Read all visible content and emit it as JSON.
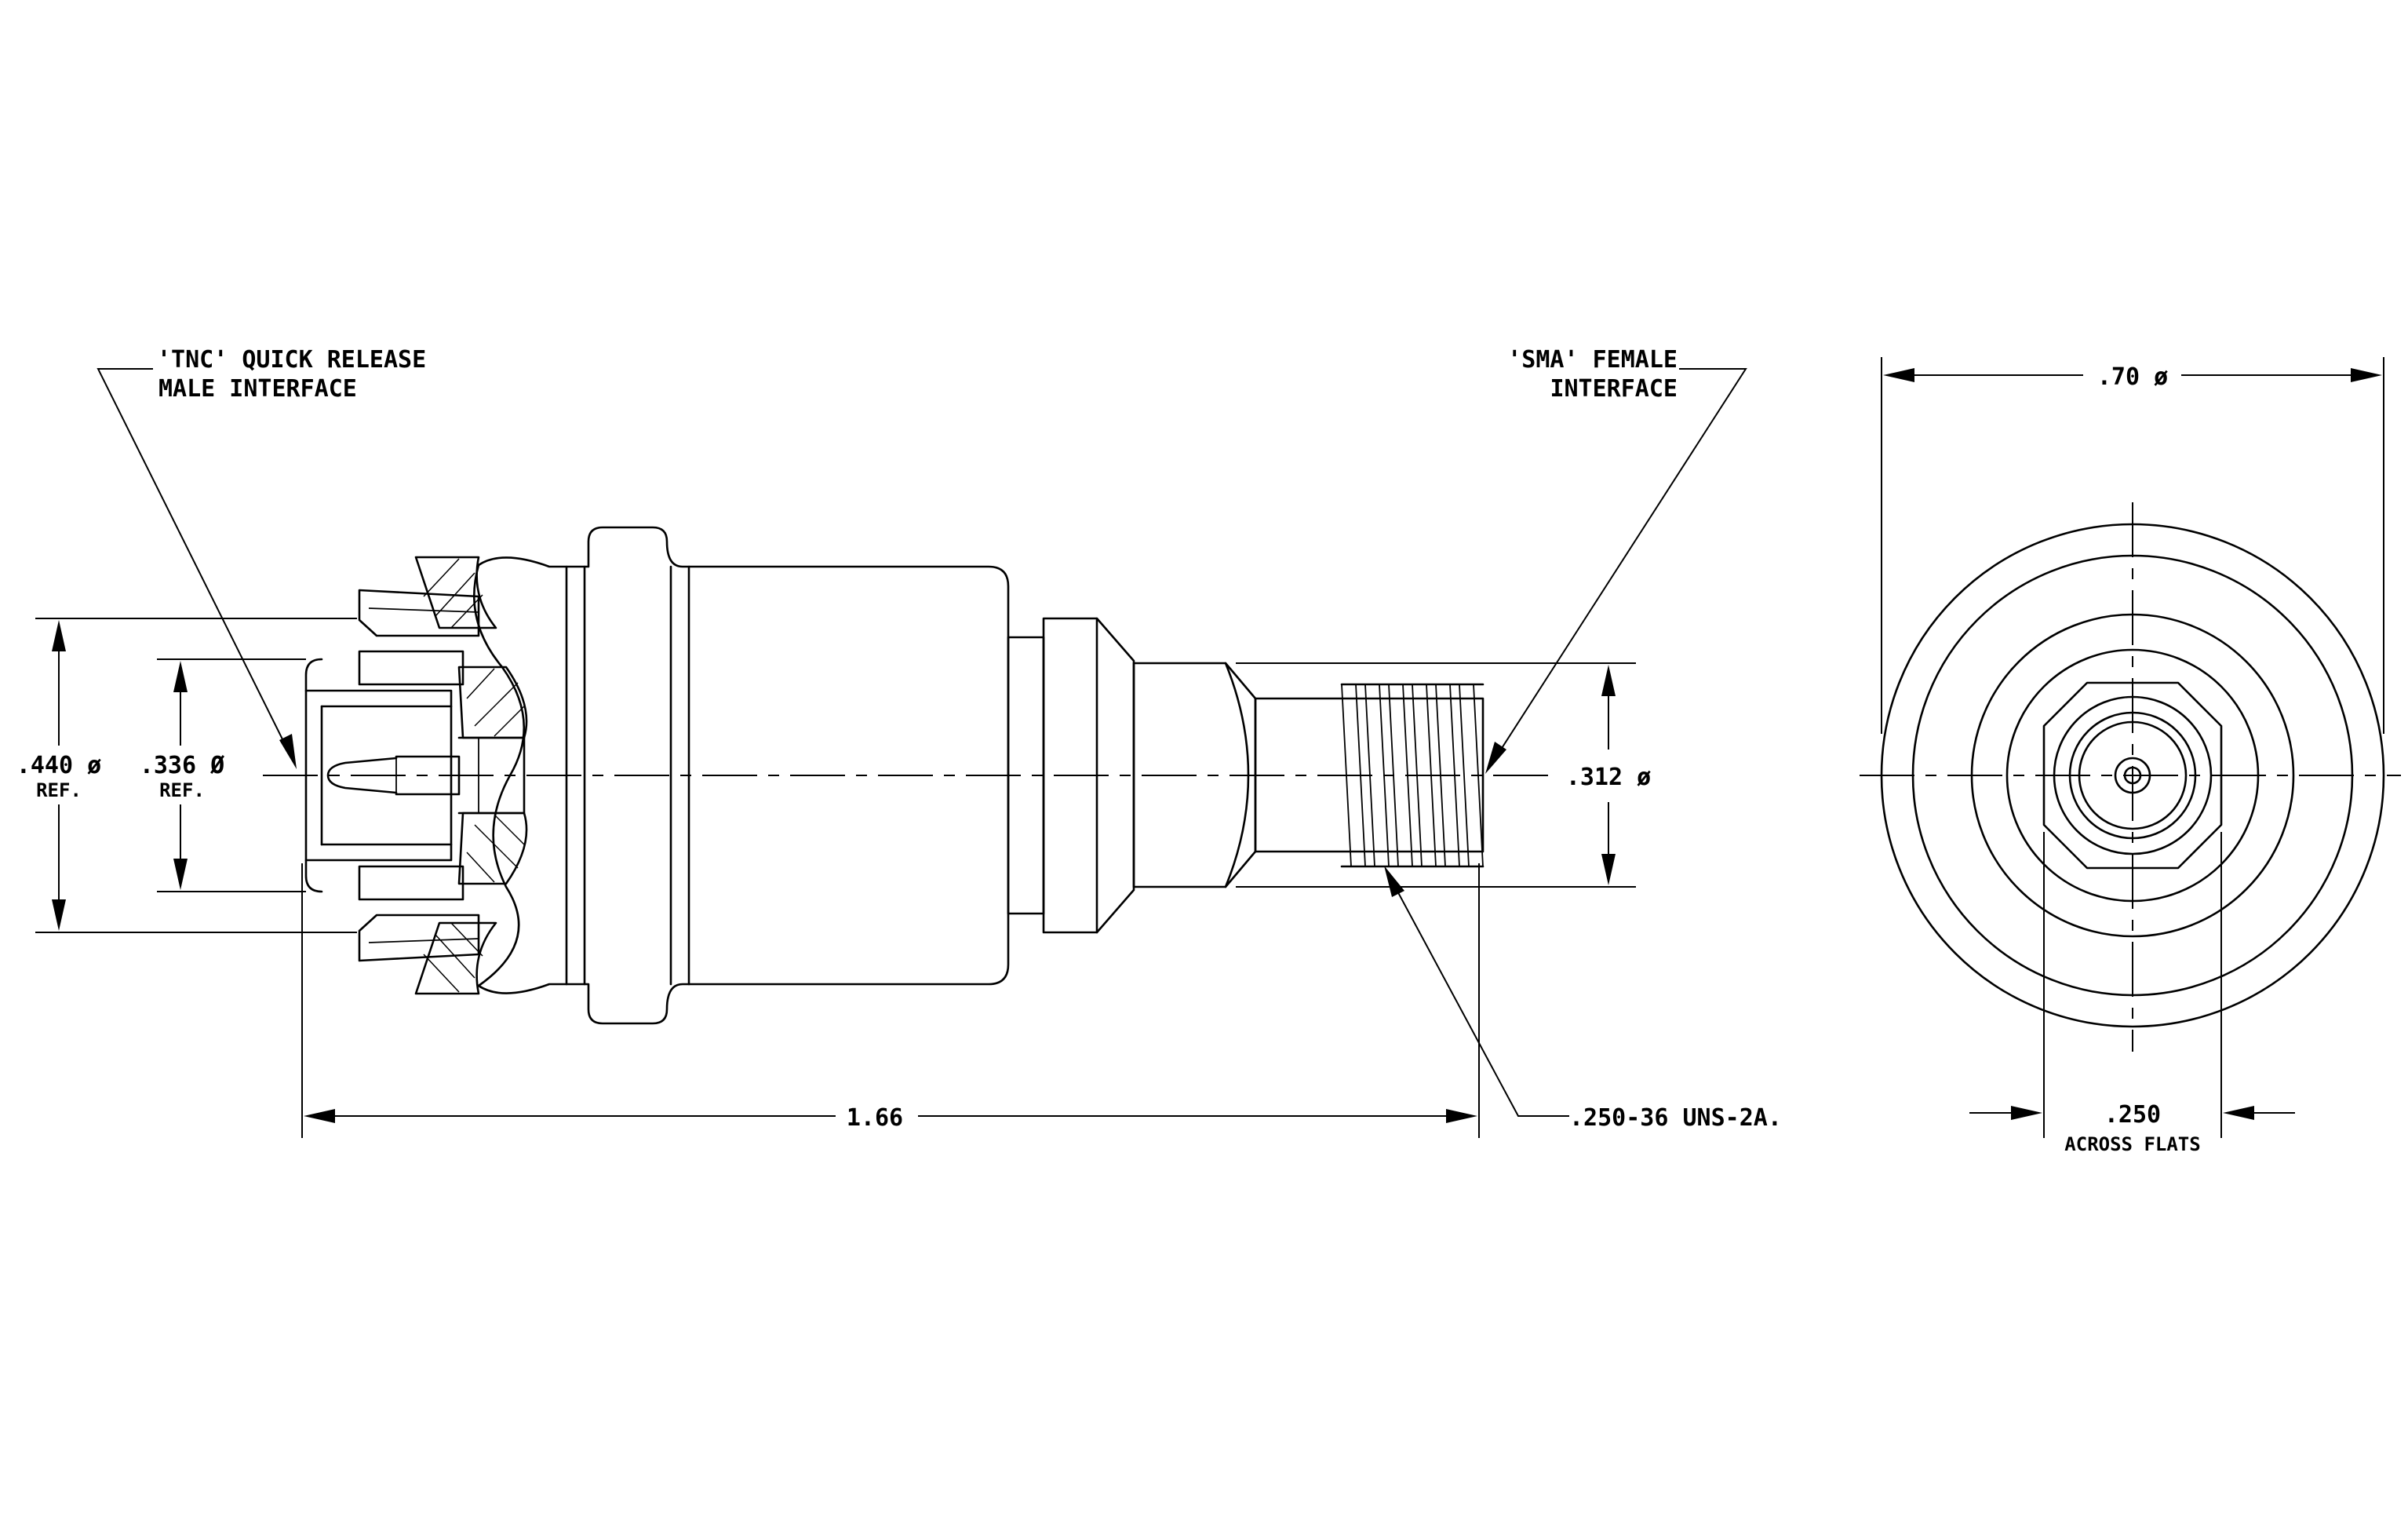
{
  "drawing": {
    "notes": {
      "tnc_line1": "'TNC' QUICK RELEASE",
      "tnc_line2": "MALE INTERFACE",
      "sma_line1": "'SMA' FEMALE",
      "sma_line2": "INTERFACE",
      "thread": ".250-36 UNS-2A."
    },
    "dimensions": {
      "outer_dia": ".440 ø",
      "outer_ref": "REF.",
      "inner_dia": ".336 Ø",
      "inner_ref": "REF.",
      "sma_dia": ".312 ø",
      "length": "1.66",
      "body_dia": ".70 ø",
      "flats": ".250",
      "flats_note": "ACROSS FLATS"
    }
  }
}
